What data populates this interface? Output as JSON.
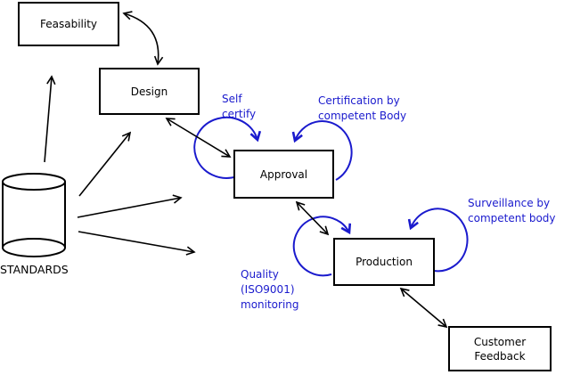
{
  "diagram": {
    "background_color": "#ffffff",
    "line_color": "#000000",
    "annotation_color": "#1a1acd",
    "nodes": [
      {
        "id": "feasability",
        "label": "Feasability",
        "shape": "rectangle"
      },
      {
        "id": "design",
        "label": "Design",
        "shape": "rectangle"
      },
      {
        "id": "approval",
        "label": "Approval",
        "shape": "rectangle"
      },
      {
        "id": "production",
        "label": "Production",
        "shape": "rectangle"
      },
      {
        "id": "customer-feedback",
        "label": "Customer Feedback",
        "shape": "rectangle"
      },
      {
        "id": "standards",
        "label": "STANDARDS",
        "shape": "cylinder"
      }
    ],
    "edges": [
      {
        "from": "feasability",
        "to": "design",
        "direction": "bidirectional",
        "style": "curved"
      },
      {
        "from": "design",
        "to": "approval",
        "direction": "bidirectional",
        "style": "straight"
      },
      {
        "from": "approval",
        "to": "production",
        "direction": "bidirectional",
        "style": "straight"
      },
      {
        "from": "production",
        "to": "customer-feedback",
        "direction": "bidirectional",
        "style": "straight"
      },
      {
        "from": "standards",
        "to": "feasability",
        "direction": "outgoing",
        "style": "straight"
      },
      {
        "from": "standards",
        "to": "design",
        "direction": "outgoing",
        "style": "straight"
      },
      {
        "from": "standards",
        "to": "approval",
        "direction": "outgoing",
        "style": "straight"
      },
      {
        "from": "standards",
        "to": "production",
        "direction": "outgoing",
        "style": "straight"
      }
    ],
    "self_loops": [
      {
        "node": "approval",
        "side": "left",
        "label": "Self certify"
      },
      {
        "node": "approval",
        "side": "right",
        "label": "Certification by competent Body"
      },
      {
        "node": "production",
        "side": "right",
        "label": "Surveillance by competent body"
      },
      {
        "node": "production",
        "side": "left",
        "label": "Quality (ISO9001) monitoring"
      }
    ]
  }
}
